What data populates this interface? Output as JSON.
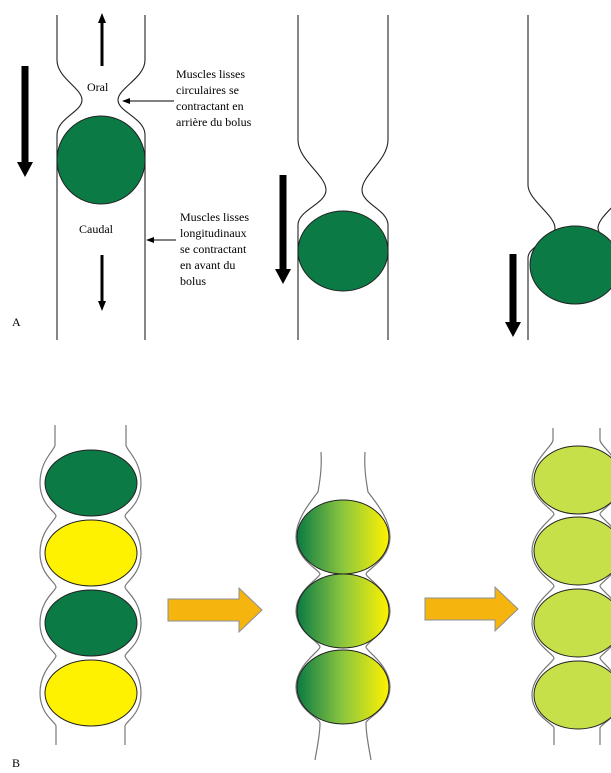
{
  "panel_a": {
    "letter": "A",
    "label_oral": "Oral",
    "label_caudal": "Caudal",
    "circular_note": [
      "Muscles lisses",
      "circulaires se",
      "contractant en",
      "arrière du bolus"
    ],
    "longitudinal_note": [
      "Muscles lisses",
      "longitudinaux",
      "se contractant",
      "en avant du",
      "bolus"
    ]
  },
  "panel_b": {
    "letter": "B"
  },
  "colors": {
    "bolus_green": "#0b7a45",
    "bolus_yellow": "#fff200",
    "bolus_mixed": "#c6e04a",
    "transition_arrow": "#f6b40e",
    "transition_arrow_outline": "#8a8f99"
  }
}
